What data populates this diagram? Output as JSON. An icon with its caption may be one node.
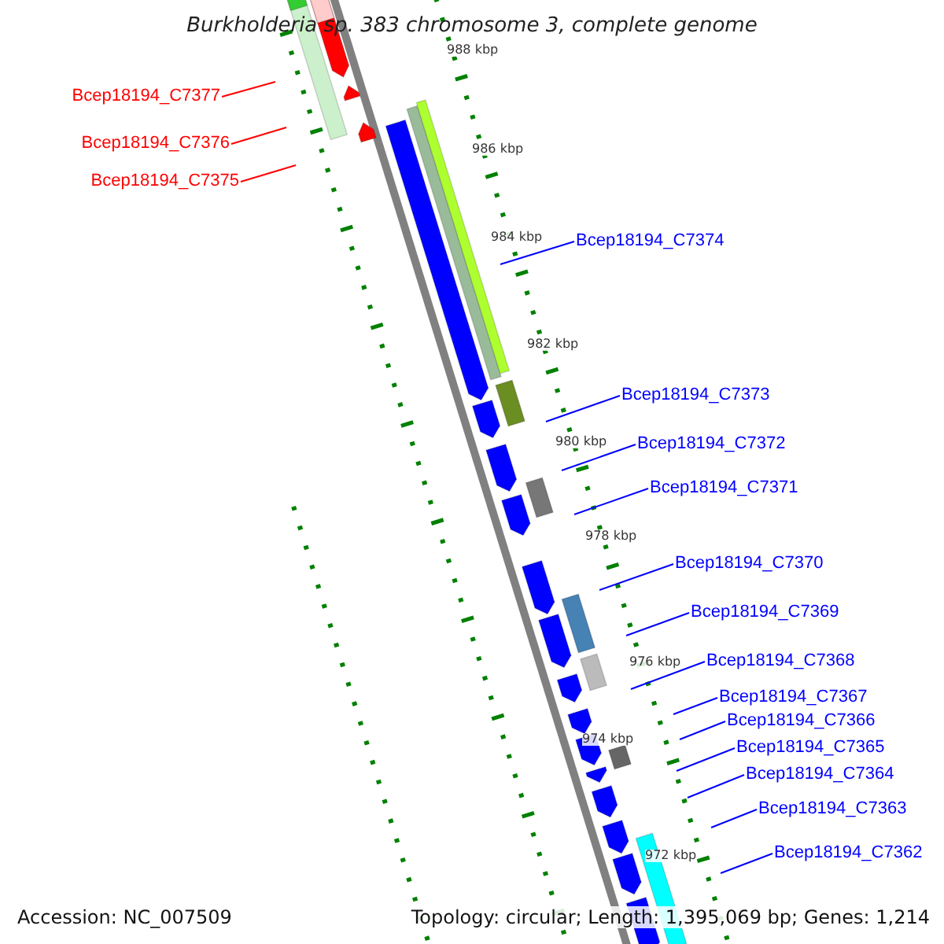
{
  "diagram": {
    "title": "Burkholderia sp. 383 chromosome 3, complete genome",
    "nodes": [
      {
        "text": [
          "Bcep18194_C7377"
        ]
      },
      {
        "text": [
          "Bcep18194_C7376"
        ]
      },
      {
        "text": [
          "Bcep18194_C7375"
        ]
      },
      {
        "text": [
          "Bcep18194_C7374"
        ]
      },
      {
        "text": [
          "Bcep18194_C7373"
        ]
      },
      {
        "text": [
          "Bcep18194_C7372"
        ]
      },
      {
        "text": [
          "Bcep18194_C7371"
        ]
      },
      {
        "text": [
          "Bcep18194_C7370"
        ]
      },
      {
        "text": [
          "Bcep18194_C7369"
        ]
      },
      {
        "text": [
          "Bcep18194_C7368"
        ]
      },
      {
        "text": [
          "Bcep18194_C7367"
        ]
      },
      {
        "text": [
          "Bcep18194_C7366"
        ]
      },
      {
        "text": [
          "Bcep18194_C7365"
        ]
      },
      {
        "text": [
          "Bcep18194_C7364"
        ]
      },
      {
        "text": [
          "Bcep18194_C7363"
        ]
      },
      {
        "text": [
          "Bcep18194_C7362"
        ]
      }
    ],
    "edges": [
      {
        "from": 0,
        "to": null,
        "arrow": "none",
        "color": "#ff0000"
      },
      {
        "from": 1,
        "to": null,
        "arrow": "none",
        "color": "#ff0000"
      },
      {
        "from": 2,
        "to": null,
        "arrow": "none",
        "color": "#ff0000"
      },
      {
        "from": 3,
        "to": null,
        "arrow": "none"
      },
      {
        "from": 4,
        "to": null,
        "arrow": "none"
      },
      {
        "from": 5,
        "to": null,
        "arrow": "none"
      },
      {
        "from": 6,
        "to": null,
        "arrow": "none"
      },
      {
        "from": 7,
        "to": null,
        "arrow": "none"
      },
      {
        "from": 8,
        "to": null,
        "arrow": "none"
      },
      {
        "from": 9,
        "to": null,
        "arrow": "none"
      },
      {
        "from": 10,
        "to": null,
        "arrow": "none"
      },
      {
        "from": 11,
        "to": null,
        "arrow": "none"
      },
      {
        "from": 12,
        "to": null,
        "arrow": "none"
      },
      {
        "from": 13,
        "to": null,
        "arrow": "none"
      },
      {
        "from": 14,
        "to": null,
        "arrow": "none"
      },
      {
        "from": 15,
        "to": null,
        "arrow": "none"
      }
    ],
    "labels": [
      "988 kbp",
      "986 kbp",
      "984 kbp",
      "982 kbp",
      "980 kbp",
      "978 kbp",
      "976 kbp",
      "974 kbp",
      "972 kbp",
      "Accession: NC_007509",
      "Topology: circular; Length: 1,395,069 bp; Genes: 1,214"
    ]
  }
}
